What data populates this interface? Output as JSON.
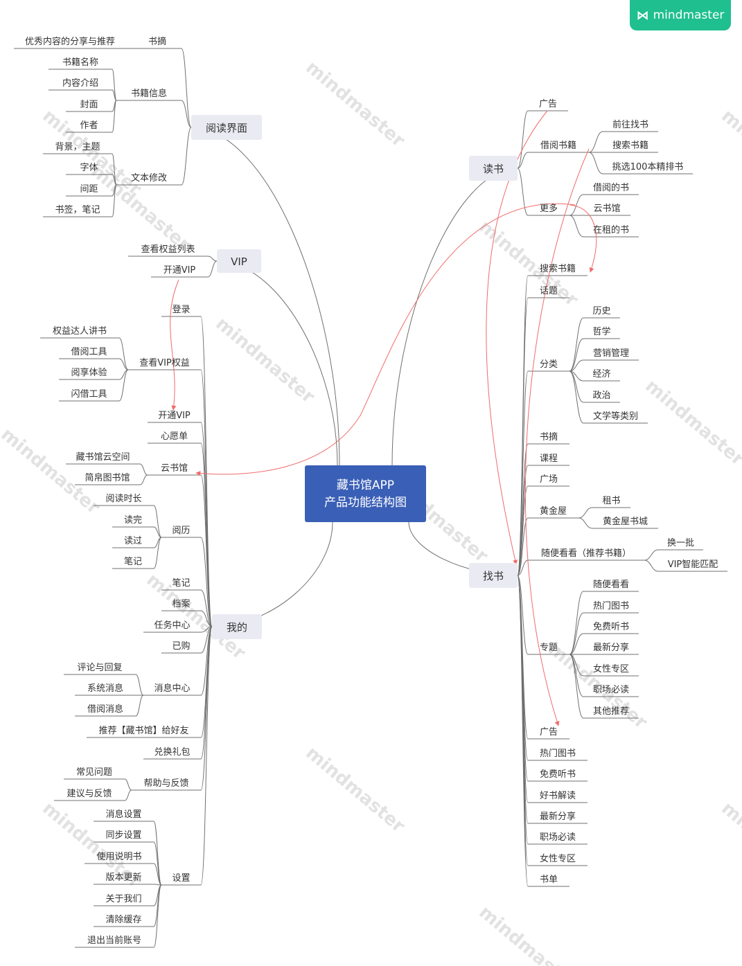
{
  "brand": {
    "logo_icon": "mindmaster-logo-icon",
    "name": "mindmaster",
    "color": "#1fbf8f"
  },
  "watermark": "mindmaster",
  "colors": {
    "central_fill": "#3a5fb6",
    "topic_fill": "#eaeaf3",
    "line": "#6f6f6f",
    "relationship": "#f06a6a"
  },
  "central": {
    "line1": "藏书馆APP",
    "line2": "产品功能结构图"
  },
  "branches": [
    {
      "label": "阅读界面",
      "side": "left",
      "children": [
        {
          "label": "书摘",
          "children": [
            {
              "label": "优秀内容的分享与推荐"
            }
          ]
        },
        {
          "label": "书籍信息",
          "children": [
            {
              "label": "书籍名称"
            },
            {
              "label": "内容介绍"
            },
            {
              "label": "封面"
            },
            {
              "label": "作者"
            }
          ]
        },
        {
          "label": "文本修改",
          "children": [
            {
              "label": "背景，主题"
            },
            {
              "label": "字体"
            },
            {
              "label": "间距"
            },
            {
              "label": "书签，笔记"
            }
          ]
        }
      ]
    },
    {
      "label": "VIP",
      "side": "left",
      "children": [
        {
          "label": "查看权益列表"
        },
        {
          "label": "开通VIP"
        }
      ]
    },
    {
      "label": "我的",
      "side": "left",
      "children": [
        {
          "label": "登录"
        },
        {
          "label": "查看VIP权益",
          "children": [
            {
              "label": "权益达人讲书"
            },
            {
              "label": "借阅工具"
            },
            {
              "label": "阅享体验"
            },
            {
              "label": "闪借工具"
            }
          ]
        },
        {
          "label": "开通VIP"
        },
        {
          "label": "心愿单"
        },
        {
          "label": "云书馆",
          "children": [
            {
              "label": "藏书馆云空间"
            },
            {
              "label": "简帛图书馆"
            }
          ]
        },
        {
          "label": "阅历",
          "children": [
            {
              "label": "阅读时长"
            },
            {
              "label": "读完"
            },
            {
              "label": "读过"
            },
            {
              "label": "笔记"
            }
          ]
        },
        {
          "label": "笔记"
        },
        {
          "label": "档案"
        },
        {
          "label": "任务中心"
        },
        {
          "label": "已购"
        },
        {
          "label": "消息中心",
          "children": [
            {
              "label": "评论与回复"
            },
            {
              "label": "系统消息"
            },
            {
              "label": "借阅消息"
            }
          ]
        },
        {
          "label": "推荐【藏书馆】给好友"
        },
        {
          "label": "兑换礼包"
        },
        {
          "label": "帮助与反馈",
          "children": [
            {
              "label": "常见问题"
            },
            {
              "label": "建议与反馈"
            }
          ]
        },
        {
          "label": "设置",
          "children": [
            {
              "label": "消息设置"
            },
            {
              "label": "同步设置"
            },
            {
              "label": "使用说明书"
            },
            {
              "label": "版本更新"
            },
            {
              "label": "关于我们"
            },
            {
              "label": "清除缓存"
            },
            {
              "label": "退出当前账号"
            }
          ]
        }
      ]
    },
    {
      "label": "读书",
      "side": "right",
      "children": [
        {
          "label": "广告"
        },
        {
          "label": "借阅书籍",
          "children": [
            {
              "label": "前往找书"
            },
            {
              "label": "搜索书籍"
            },
            {
              "label": "挑选100本精排书"
            }
          ]
        },
        {
          "label": "更多",
          "children": [
            {
              "label": "借阅的书"
            },
            {
              "label": "云书馆"
            },
            {
              "label": "在租的书"
            }
          ]
        }
      ]
    },
    {
      "label": "找书",
      "side": "right",
      "children": [
        {
          "label": "搜索书籍"
        },
        {
          "label": "话题"
        },
        {
          "label": "分类",
          "children": [
            {
              "label": "历史"
            },
            {
              "label": "哲学"
            },
            {
              "label": "营销管理"
            },
            {
              "label": "经济"
            },
            {
              "label": "政治"
            },
            {
              "label": "文学等类别"
            }
          ]
        },
        {
          "label": "书摘"
        },
        {
          "label": "课程"
        },
        {
          "label": "广场"
        },
        {
          "label": "黄金屋",
          "children": [
            {
              "label": "租书"
            },
            {
              "label": "黄金屋书城"
            }
          ]
        },
        {
          "label": "随便看看（推荐书籍）",
          "children": [
            {
              "label": "换一批"
            },
            {
              "label": "VIP智能匹配"
            }
          ]
        },
        {
          "label": "专题",
          "children": [
            {
              "label": "随便看看"
            },
            {
              "label": "热门图书"
            },
            {
              "label": "免费听书"
            },
            {
              "label": "最新分享"
            },
            {
              "label": "女性专区"
            },
            {
              "label": "职场必读"
            },
            {
              "label": "其他推荐"
            }
          ]
        },
        {
          "label": "广告"
        },
        {
          "label": "热门图书"
        },
        {
          "label": "免费听书"
        },
        {
          "label": "好书解读"
        },
        {
          "label": "最新分享"
        },
        {
          "label": "职场必读"
        },
        {
          "label": "女性专区"
        },
        {
          "label": "书单"
        }
      ]
    }
  ]
}
